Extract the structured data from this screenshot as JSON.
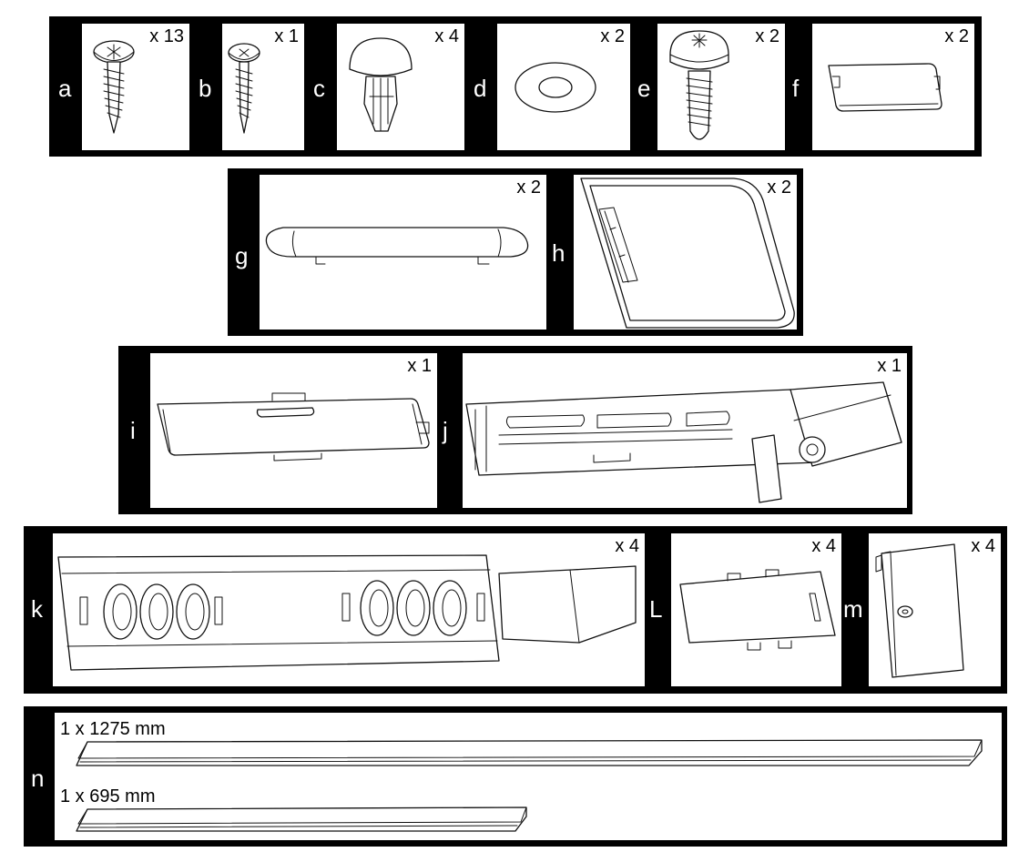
{
  "parts": {
    "a": {
      "letter": "a",
      "qty": "x 13"
    },
    "b": {
      "letter": "b",
      "qty": "x 1"
    },
    "c": {
      "letter": "c",
      "qty": "x 4"
    },
    "d": {
      "letter": "d",
      "qty": "x 2"
    },
    "e": {
      "letter": "e",
      "qty": "x 2"
    },
    "f": {
      "letter": "f",
      "qty": "x 2"
    },
    "g": {
      "letter": "g",
      "qty": "x 2"
    },
    "h": {
      "letter": "h",
      "qty": "x 2"
    },
    "i": {
      "letter": "i",
      "qty": "x 1"
    },
    "j": {
      "letter": "j",
      "qty": "x 1"
    },
    "k": {
      "letter": "k",
      "qty": "x 4"
    },
    "L": {
      "letter": "L",
      "qty": "x 4"
    },
    "m": {
      "letter": "m",
      "qty": "x 4"
    },
    "n": {
      "letter": "n",
      "length_1": "1 x 1275 mm",
      "length_2": "1 x 695 mm"
    }
  }
}
